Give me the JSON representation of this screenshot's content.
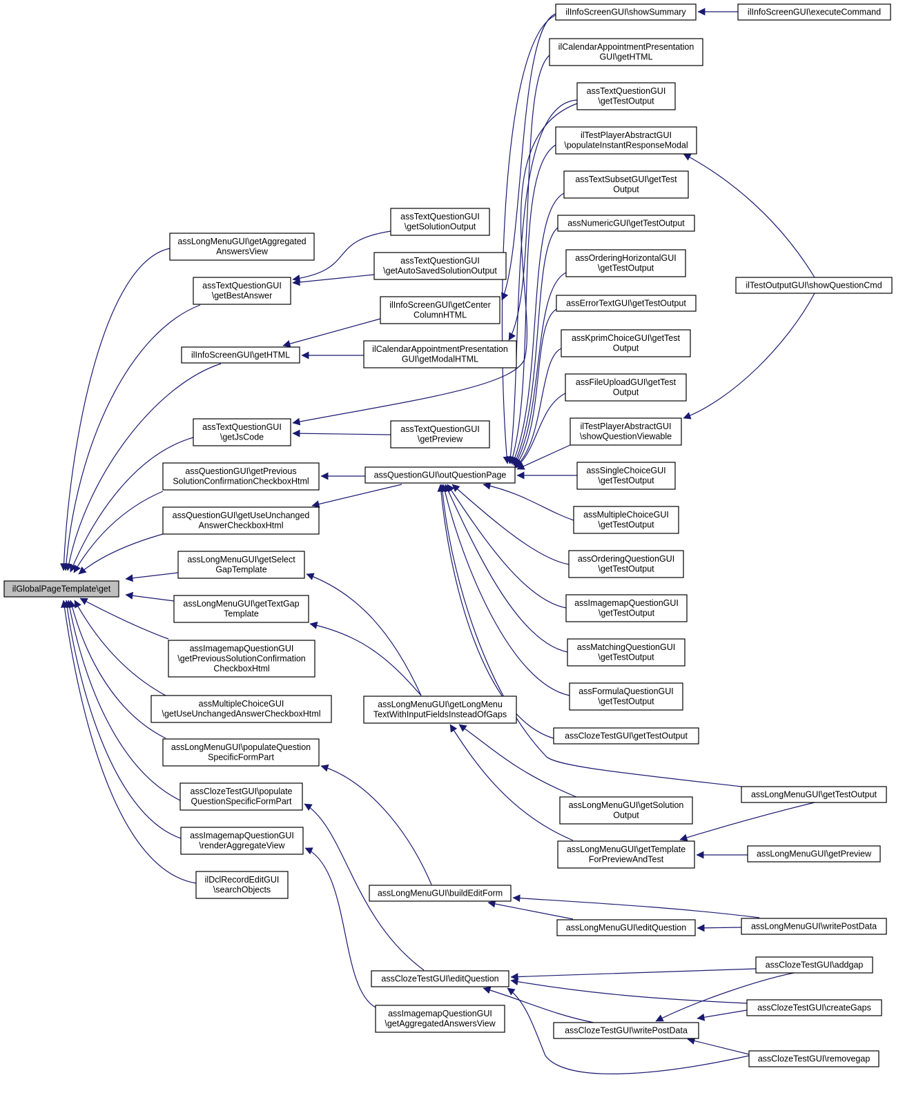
{
  "root": "ilGlobalPageTemplate\\get",
  "nodes": [
    {
      "id": "root",
      "lines": [
        "ilGlobalPageTemplate\\get"
      ]
    },
    {
      "id": "lm_aggr",
      "lines": [
        "assLongMenuGUI\\getAggregated",
        "AnswersView"
      ]
    },
    {
      "id": "tq_best",
      "lines": [
        "assTextQuestionGUI",
        "\\getBestAnswer"
      ]
    },
    {
      "id": "is_html",
      "lines": [
        "ilInfoScreenGUI\\getHTML"
      ]
    },
    {
      "id": "tq_js",
      "lines": [
        "assTextQuestionGUI",
        "\\getJsCode"
      ]
    },
    {
      "id": "qg_prev",
      "lines": [
        "assQuestionGUI\\getPrevious",
        "SolutionConfirmationCheckboxHtml"
      ]
    },
    {
      "id": "qg_unch",
      "lines": [
        "assQuestionGUI\\getUseUnchanged",
        "AnswerCheckboxHtml"
      ]
    },
    {
      "id": "lm_select",
      "lines": [
        "assLongMenuGUI\\getSelect",
        "GapTemplate"
      ]
    },
    {
      "id": "lm_textgap",
      "lines": [
        "assLongMenuGUI\\getTextGap",
        "Template"
      ]
    },
    {
      "id": "im_prev",
      "lines": [
        "assImagemapQuestionGUI",
        "\\getPreviousSolutionConfirmation",
        "CheckboxHtml"
      ]
    },
    {
      "id": "mc_unch",
      "lines": [
        "assMultipleChoiceGUI",
        "\\getUseUnchangedAnswerCheckboxHtml"
      ]
    },
    {
      "id": "lm_pop",
      "lines": [
        "assLongMenuGUI\\populateQuestion",
        "SpecificFormPart"
      ]
    },
    {
      "id": "ct_pop",
      "lines": [
        "assClozeTestGUI\\populate",
        "QuestionSpecificFormPart"
      ]
    },
    {
      "id": "im_render",
      "lines": [
        "assImagemapQuestionGUI",
        "\\renderAggregateView"
      ]
    },
    {
      "id": "dcl_search",
      "lines": [
        "ilDclRecordEditGUI",
        "\\searchObjects"
      ]
    },
    {
      "id": "tq_sol",
      "lines": [
        "assTextQuestionGUI",
        "\\getSolutionOutput"
      ]
    },
    {
      "id": "tq_auto",
      "lines": [
        "assTextQuestionGUI",
        "\\getAutoSavedSolutionOutput"
      ]
    },
    {
      "id": "is_center",
      "lines": [
        "ilInfoScreenGUI\\getCenter",
        "ColumnHTML"
      ]
    },
    {
      "id": "cal_modal",
      "lines": [
        "ilCalendarAppointmentPresentation",
        "GUI\\getModalHTML"
      ]
    },
    {
      "id": "tq_preview",
      "lines": [
        "assTextQuestionGUI",
        "\\getPreview"
      ]
    },
    {
      "id": "qg_out",
      "lines": [
        "assQuestionGUI\\outQuestionPage"
      ]
    },
    {
      "id": "lm_longmenu",
      "lines": [
        "assLongMenuGUI\\getLongMenu",
        "TextWithInputFieldsInsteadOfGaps"
      ]
    },
    {
      "id": "lm_build",
      "lines": [
        "assLongMenuGUI\\buildEditForm"
      ]
    },
    {
      "id": "ct_edit",
      "lines": [
        "assClozeTestGUI\\editQuestion"
      ]
    },
    {
      "id": "im_aggr",
      "lines": [
        "assImagemapQuestionGUI",
        "\\getAggregatedAnswersView"
      ]
    },
    {
      "id": "is_summary",
      "lines": [
        "ilInfoScreenGUI\\showSummary"
      ]
    },
    {
      "id": "cal_html",
      "lines": [
        "ilCalendarAppointmentPresentation",
        "GUI\\getHTML"
      ]
    },
    {
      "id": "tq_test",
      "lines": [
        "assTextQuestionGUI",
        "\\getTestOutput"
      ]
    },
    {
      "id": "tp_instant",
      "lines": [
        "ilTestPlayerAbstractGUI",
        "\\populateInstantResponseModal"
      ]
    },
    {
      "id": "ts_test",
      "lines": [
        "assTextSubsetGUI\\getTest",
        "Output"
      ]
    },
    {
      "id": "num_test",
      "lines": [
        "assNumericGUI\\getTestOutput"
      ]
    },
    {
      "id": "oh_test",
      "lines": [
        "assOrderingHorizontalGUI",
        "\\getTestOutput"
      ]
    },
    {
      "id": "et_test",
      "lines": [
        "assErrorTextGUI\\getTestOutput"
      ]
    },
    {
      "id": "kp_test",
      "lines": [
        "assKprimChoiceGUI\\getTest",
        "Output"
      ]
    },
    {
      "id": "fu_test",
      "lines": [
        "assFileUploadGUI\\getTest",
        "Output"
      ]
    },
    {
      "id": "tp_show",
      "lines": [
        "ilTestPlayerAbstractGUI",
        "\\showQuestionViewable"
      ]
    },
    {
      "id": "sc_test",
      "lines": [
        "assSingleChoiceGUI",
        "\\getTestOutput"
      ]
    },
    {
      "id": "mc_test",
      "lines": [
        "assMultipleChoiceGUI",
        "\\getTestOutput"
      ]
    },
    {
      "id": "oq_test",
      "lines": [
        "assOrderingQuestionGUI",
        "\\getTestOutput"
      ]
    },
    {
      "id": "im_test",
      "lines": [
        "assImagemapQuestionGUI",
        "\\getTestOutput"
      ]
    },
    {
      "id": "ma_test",
      "lines": [
        "assMatchingQuestionGUI",
        "\\getTestOutput"
      ]
    },
    {
      "id": "fo_test",
      "lines": [
        "assFormulaQuestionGUI",
        "\\getTestOutput"
      ]
    },
    {
      "id": "ct_test",
      "lines": [
        "assClozeTestGUI\\getTestOutput"
      ]
    },
    {
      "id": "lm_solution",
      "lines": [
        "assLongMenuGUI\\getSolution",
        "Output"
      ]
    },
    {
      "id": "lm_template",
      "lines": [
        "assLongMenuGUI\\getTemplate",
        "ForPreviewAndTest"
      ]
    },
    {
      "id": "lm_editq",
      "lines": [
        "assLongMenuGUI\\editQuestion"
      ]
    },
    {
      "id": "ct_write",
      "lines": [
        "assClozeTestGUI\\writePostData"
      ]
    },
    {
      "id": "is_exec",
      "lines": [
        "ilInfoScreenGUI\\executeCommand"
      ]
    },
    {
      "id": "to_show",
      "lines": [
        "ilTestOutputGUI\\showQuestionCmd"
      ]
    },
    {
      "id": "lm_test",
      "lines": [
        "assLongMenuGUI\\getTestOutput"
      ]
    },
    {
      "id": "lm_preview",
      "lines": [
        "assLongMenuGUI\\getPreview"
      ]
    },
    {
      "id": "lm_write",
      "lines": [
        "assLongMenuGUI\\writePostData"
      ]
    },
    {
      "id": "ct_addgap",
      "lines": [
        "assClozeTestGUI\\addgap"
      ]
    },
    {
      "id": "ct_create",
      "lines": [
        "assClozeTestGUI\\createGaps"
      ]
    },
    {
      "id": "ct_remove",
      "lines": [
        "assClozeTestGUI\\removegap"
      ]
    }
  ],
  "edges": [
    [
      "lm_aggr",
      "root"
    ],
    [
      "tq_best",
      "root"
    ],
    [
      "is_html",
      "root"
    ],
    [
      "tq_js",
      "root"
    ],
    [
      "qg_prev",
      "root"
    ],
    [
      "qg_unch",
      "root"
    ],
    [
      "lm_select",
      "root"
    ],
    [
      "lm_textgap",
      "root"
    ],
    [
      "im_prev",
      "root"
    ],
    [
      "mc_unch",
      "root"
    ],
    [
      "lm_pop",
      "root"
    ],
    [
      "ct_pop",
      "root"
    ],
    [
      "im_render",
      "root"
    ],
    [
      "dcl_search",
      "root"
    ],
    [
      "tq_sol",
      "tq_best"
    ],
    [
      "tq_auto",
      "tq_best"
    ],
    [
      "is_center",
      "is_html"
    ],
    [
      "cal_modal",
      "is_html"
    ],
    [
      "tq_test",
      "tq_js"
    ],
    [
      "tq_preview",
      "tq_js"
    ],
    [
      "qg_out",
      "qg_prev"
    ],
    [
      "qg_out",
      "qg_unch"
    ],
    [
      "lm_longmenu",
      "lm_select"
    ],
    [
      "lm_longmenu",
      "lm_textgap"
    ],
    [
      "lm_build",
      "lm_pop"
    ],
    [
      "ct_edit",
      "ct_pop"
    ],
    [
      "im_aggr",
      "im_render"
    ],
    [
      "is_summary",
      "is_center"
    ],
    [
      "cal_html",
      "cal_modal"
    ],
    [
      "is_summary",
      "qg_out"
    ],
    [
      "tq_test",
      "qg_out"
    ],
    [
      "tp_instant",
      "qg_out"
    ],
    [
      "ts_test",
      "qg_out"
    ],
    [
      "num_test",
      "qg_out"
    ],
    [
      "oh_test",
      "qg_out"
    ],
    [
      "et_test",
      "qg_out"
    ],
    [
      "kp_test",
      "qg_out"
    ],
    [
      "fu_test",
      "qg_out"
    ],
    [
      "tp_show",
      "qg_out"
    ],
    [
      "sc_test",
      "qg_out"
    ],
    [
      "mc_test",
      "qg_out"
    ],
    [
      "oq_test",
      "qg_out"
    ],
    [
      "im_test",
      "qg_out"
    ],
    [
      "ma_test",
      "qg_out"
    ],
    [
      "fo_test",
      "qg_out"
    ],
    [
      "ct_test",
      "qg_out"
    ],
    [
      "lm_test",
      "qg_out"
    ],
    [
      "lm_solution",
      "lm_longmenu"
    ],
    [
      "lm_template",
      "lm_longmenu"
    ],
    [
      "lm_editq",
      "lm_build"
    ],
    [
      "lm_write",
      "lm_build"
    ],
    [
      "ct_write",
      "ct_edit"
    ],
    [
      "ct_addgap",
      "ct_edit"
    ],
    [
      "ct_create",
      "ct_edit"
    ],
    [
      "ct_remove",
      "ct_edit"
    ],
    [
      "is_exec",
      "is_summary"
    ],
    [
      "to_show",
      "tp_instant"
    ],
    [
      "to_show",
      "tp_show"
    ],
    [
      "lm_test",
      "lm_template"
    ],
    [
      "lm_preview",
      "lm_template"
    ],
    [
      "lm_write",
      "lm_editq"
    ],
    [
      "ct_addgap",
      "ct_write"
    ],
    [
      "ct_create",
      "ct_write"
    ],
    [
      "ct_remove",
      "ct_write"
    ]
  ]
}
